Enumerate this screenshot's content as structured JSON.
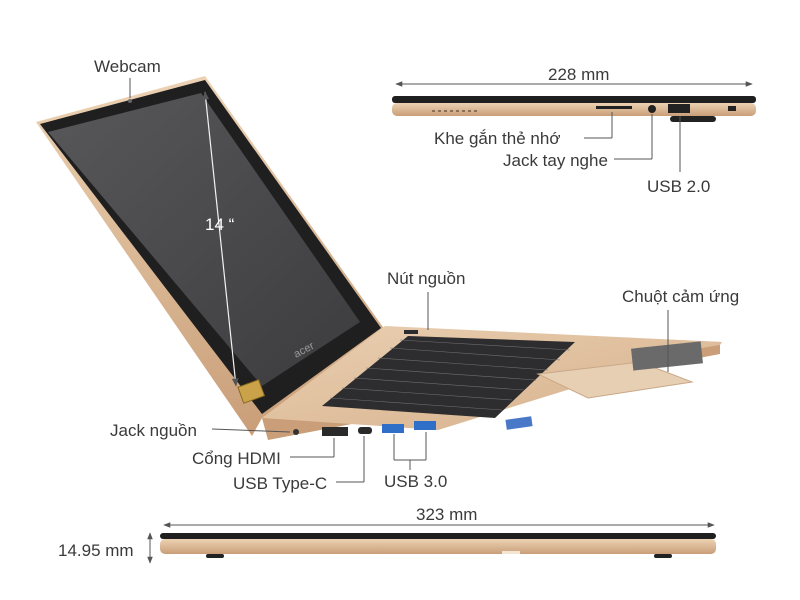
{
  "labels": {
    "webcam": "Webcam",
    "screen_size": "14 “",
    "side_width": "228 mm",
    "card_slot": "Khe gắn thẻ nhớ",
    "headphone_jack": "Jack tay nghe",
    "usb20": "USB 2.0",
    "power_button": "Nút nguồn",
    "touchpad": "Chuột cảm ứng",
    "power_jack": "Jack nguồn",
    "hdmi": "Cổng HDMI",
    "usb_c": "USB Type-C",
    "usb30": "USB 3.0",
    "length": "323 mm",
    "thickness": "14.95 mm"
  },
  "logo_text": "acer",
  "colors": {
    "body_gold": "#d9b48f",
    "screen": "#4a4a4c",
    "bezel": "#1e1e1f",
    "keys": "#2f2f31",
    "label_text": "#3a3a3a",
    "usb3_blue": "#2f6fc7"
  }
}
